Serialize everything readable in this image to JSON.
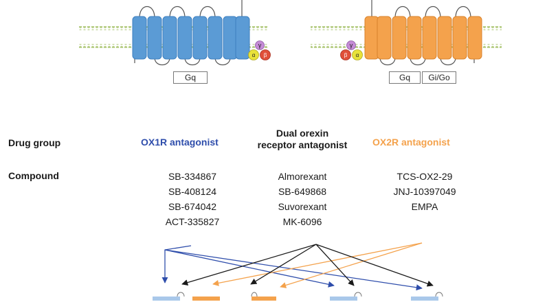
{
  "receptors": {
    "ox1r": {
      "gprotein_box": "Gq",
      "color": "#5b9bd5"
    },
    "ox2r": {
      "gprotein_boxes": [
        "Gq",
        "Gi/Go"
      ],
      "color": "#f4a24c"
    },
    "subunits": {
      "alpha": "α",
      "beta": "β",
      "gamma": "γ"
    }
  },
  "row_labels": {
    "drug_group": "Drug group",
    "compound": "Compound"
  },
  "drug_groups": {
    "ox1r": {
      "label": "OX1R antagonist",
      "color": "#2e4dab"
    },
    "dual": {
      "line1": "Dual orexin",
      "line2": "receptor antagonist",
      "color": "#1a1a1a"
    },
    "ox2r": {
      "label": "OX2R antagonist",
      "color": "#f4a24c"
    }
  },
  "compounds": {
    "ox1r": [
      "SB-334867",
      "SB-408124",
      "SB-674042",
      "ACT-335827"
    ],
    "dual": [
      "Almorexant",
      "SB-649868",
      "Suvorexant",
      "MK-6096"
    ],
    "ox2r": [
      "TCS-OX2-29",
      "JNJ-10397049",
      "EMPA"
    ]
  },
  "colors": {
    "membrane": "#b9cf8a",
    "arrow_blue": "#2e4dab",
    "arrow_orange": "#f4a24c",
    "arrow_black": "#1a1a1a",
    "alpha_subunit": "#e8e23a",
    "beta_subunit": "#e0503a",
    "gamma_subunit": "#c58bd6"
  }
}
